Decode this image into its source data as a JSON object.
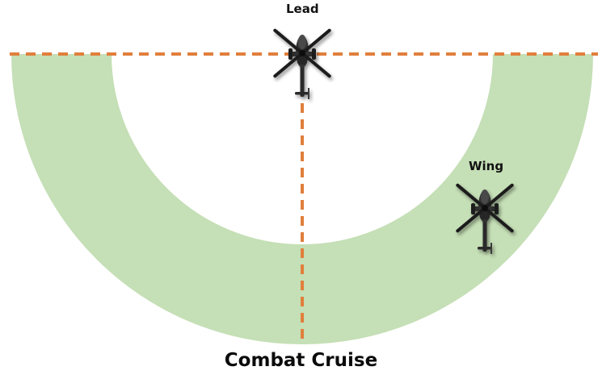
{
  "diagram": {
    "caption": "Combat Cruise",
    "lead_label": "Lead",
    "wing_label": "Wing"
  },
  "colors": {
    "sector_fill": "#c5dfb6",
    "reference_line": "#e07f3c",
    "aircraft": "#2b2b2b"
  }
}
